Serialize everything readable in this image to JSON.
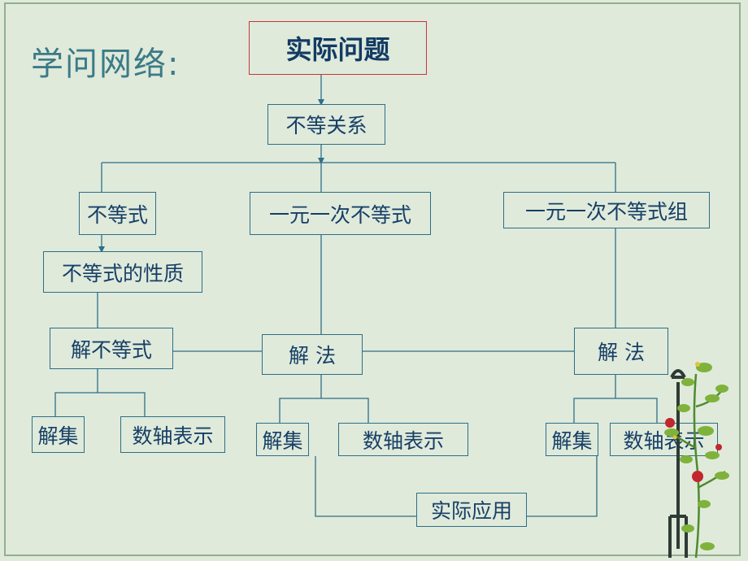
{
  "slide": {
    "title": "学问网络:",
    "root": "实际问题",
    "relation": "不等关系",
    "branches": {
      "inequality": "不等式",
      "linear_inequality": "一元一次不等式",
      "linear_inequality_system": "一元一次不等式组"
    },
    "properties": "不等式的性质",
    "solve_inequality": "解不等式",
    "solve_method_mid": "解  法",
    "solve_method_right": "解  法",
    "solution_set": "解集",
    "number_line": "数轴表示",
    "application": "实际应用"
  },
  "colors": {
    "background": "#dfeadb",
    "line": "#2f6e86",
    "text": "#173f66",
    "title": "#3c7a86",
    "root_border": "#c8343b"
  }
}
